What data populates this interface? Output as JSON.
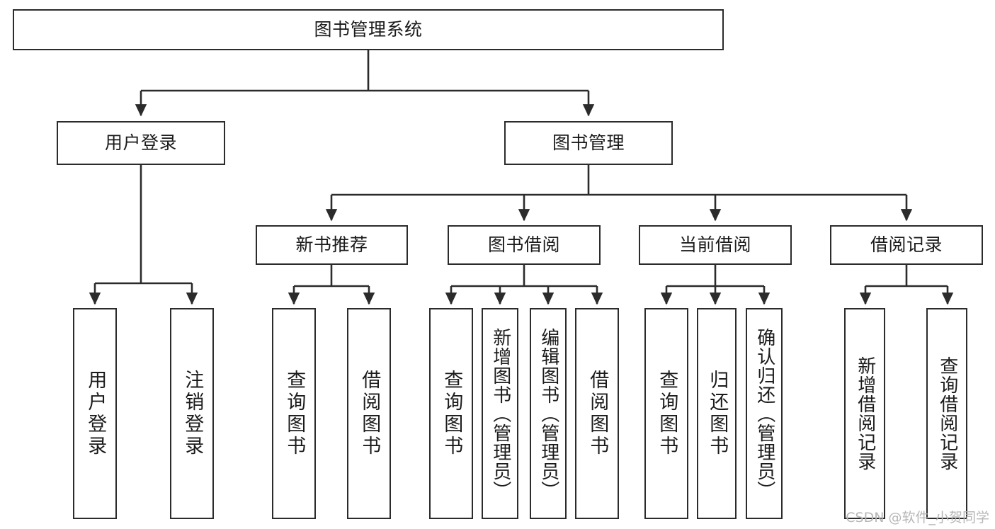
{
  "diagram": {
    "type": "tree-hierarchy-chart",
    "title": "图书管理系统",
    "colors": {
      "box_border": "#2b2b2b",
      "box_fill": "#ffffff",
      "edge": "#2b2b2b",
      "text": "#1b1b1b",
      "watermark": "#b6b6b6",
      "background": "#ffffff"
    },
    "nodes": {
      "root": {
        "label": "图书管理系统",
        "orientation": "horizontal"
      },
      "level2": [
        {
          "label": "用户登录",
          "orientation": "horizontal"
        },
        {
          "label": "图书管理",
          "orientation": "horizontal"
        }
      ],
      "level3": [
        {
          "label": "新书推荐",
          "orientation": "horizontal"
        },
        {
          "label": "图书借阅",
          "orientation": "horizontal"
        },
        {
          "label": "当前借阅",
          "orientation": "horizontal"
        },
        {
          "label": "借阅记录",
          "orientation": "horizontal"
        }
      ],
      "leaves": {
        "user_login": [
          {
            "label": "用户登录",
            "orientation": "vertical"
          },
          {
            "label": "注销登录",
            "orientation": "vertical"
          }
        ],
        "new_book_recommend": [
          {
            "label": "查询图书",
            "orientation": "vertical"
          },
          {
            "label": "借阅图书",
            "orientation": "vertical"
          }
        ],
        "book_borrow": [
          {
            "label": "查询图书",
            "orientation": "vertical"
          },
          {
            "label": "新增图书（管理员）",
            "orientation": "vertical"
          },
          {
            "label": "编辑图书（管理员）",
            "orientation": "vertical"
          },
          {
            "label": "借阅图书",
            "orientation": "vertical"
          }
        ],
        "current_borrow": [
          {
            "label": "查询图书",
            "orientation": "vertical"
          },
          {
            "label": "归还图书",
            "orientation": "vertical"
          },
          {
            "label": "确认归还（管理员）",
            "orientation": "vertical"
          }
        ],
        "borrow_record": [
          {
            "label": "新增借阅记录",
            "orientation": "vertical"
          },
          {
            "label": "查询借阅记录",
            "orientation": "vertical"
          }
        ]
      }
    },
    "watermark": "CSDN @软件_小贺同学"
  }
}
